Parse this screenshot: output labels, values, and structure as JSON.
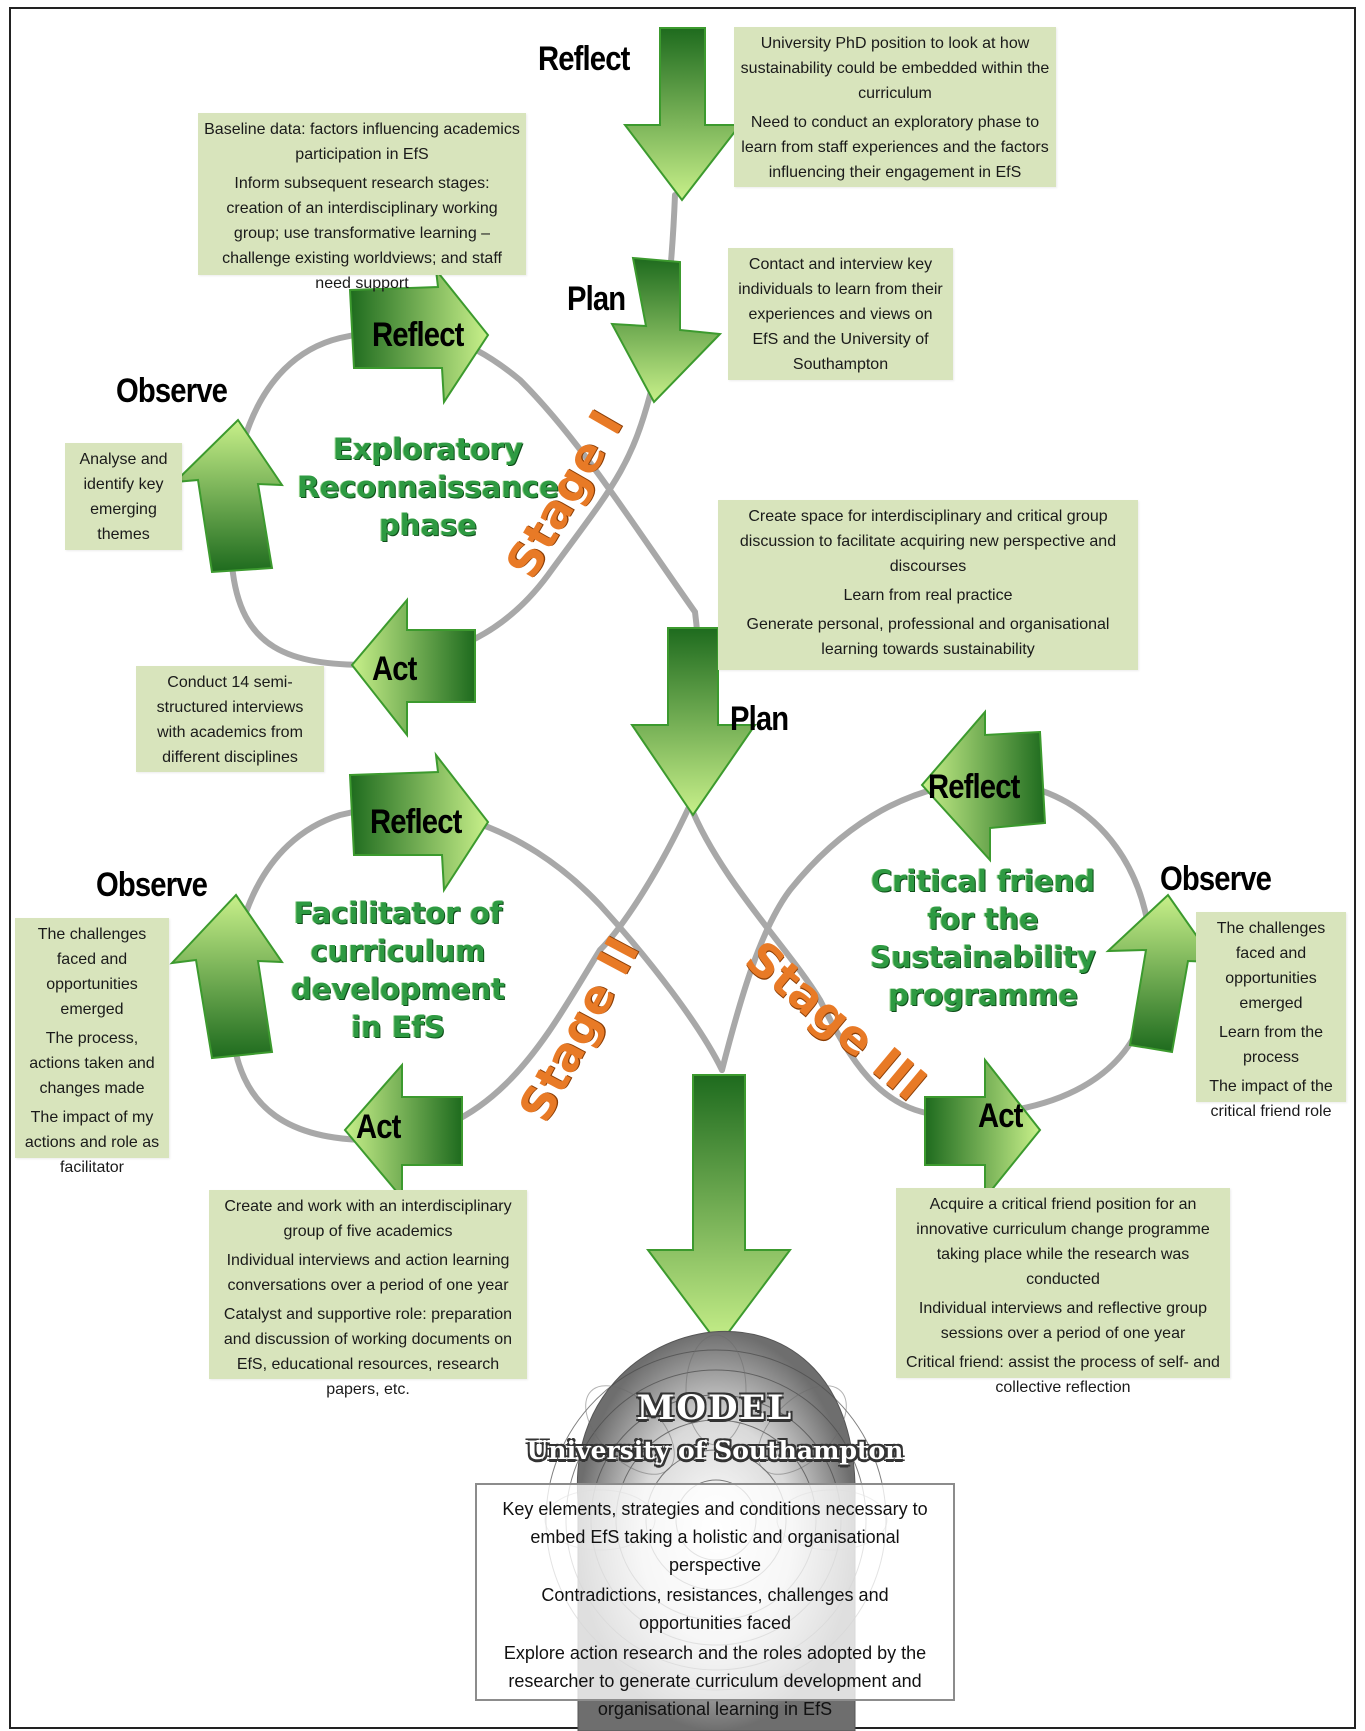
{
  "top": {
    "reflect_label": "Reflect",
    "plan_label": "Plan",
    "box_reflect": [
      "University PhD position to look at how sustainability could be embedded within the curriculum",
      "Need to conduct an exploratory phase to learn from staff experiences and the factors influencing their engagement in EfS"
    ],
    "box_plan": [
      "Contact and interview key individuals to learn from their experiences and views on EfS and the University of Southampton"
    ]
  },
  "stage1": {
    "stage_label": "Stage I",
    "phase": "Exploratory Reconnaissance phase",
    "reflect_label": "Reflect",
    "observe_label": "Observe",
    "act_label": "Act",
    "box_reflect": [
      "Baseline data: factors influencing academics participation in EfS",
      "Inform subsequent research stages: creation of an interdisciplinary working group; use transformative learning – challenge existing worldviews; and staff need support"
    ],
    "box_observe": [
      "Analyse and identify key emerging themes"
    ],
    "box_act": [
      "Conduct 14 semi-structured interviews with academics from different disciplines"
    ]
  },
  "middle": {
    "plan_label": "Plan",
    "box_plan": [
      "Create space for interdisciplinary and critical group discussion to facilitate acquiring new perspective and discourses",
      "Learn from real practice",
      "Generate personal, professional and organisational learning towards sustainability"
    ]
  },
  "stage2": {
    "stage_label": "Stage II",
    "phase": "Facilitator of curriculum development in EfS",
    "reflect_label": "Reflect",
    "observe_label": "Observe",
    "act_label": "Act",
    "box_observe": [
      "The challenges faced and opportunities emerged",
      "The process, actions taken and changes made",
      "The impact of my actions and role as facilitator"
    ],
    "box_act": [
      "Create and work with an interdisciplinary group of five academics",
      "Individual interviews and action learning conversations over a period of one year",
      "Catalyst and supportive role: preparation and discussion of working documents on EfS, educational resources, research papers, etc."
    ]
  },
  "stage3": {
    "stage_label": "Stage III",
    "phase": "Critical friend for the Sustainability programme",
    "reflect_label": "Reflect",
    "observe_label": "Observe",
    "act_label": "Act",
    "box_observe": [
      "The challenges faced and opportunities emerged",
      "Learn from the process",
      "The impact of the critical friend role"
    ],
    "box_act": [
      "Acquire a critical friend position for an innovative curriculum change programme taking place while the research was conducted",
      "Individual interviews and reflective group sessions over a period of one year",
      "Critical friend: assist the process of self- and collective reflection"
    ]
  },
  "model": {
    "title": "MODEL",
    "subtitle": "University of Southampton",
    "items": [
      "Key elements, strategies and conditions necessary to embed EfS taking a holistic and organisational perspective",
      "Contradictions, resistances, challenges and opportunities faced",
      "Explore action research and the roles adopted by the researcher to generate curriculum development and organisational learning in EfS"
    ]
  },
  "colors": {
    "box_fill": "#d8e4bc",
    "arrow_dark": "#1e6b1e",
    "arrow_light": "#c8f08a",
    "arrow_border": "#3c9a2e",
    "phase_text": "#2e9a42",
    "stage_text": "#e87a26",
    "loop_stroke": "#a8a8a8"
  }
}
